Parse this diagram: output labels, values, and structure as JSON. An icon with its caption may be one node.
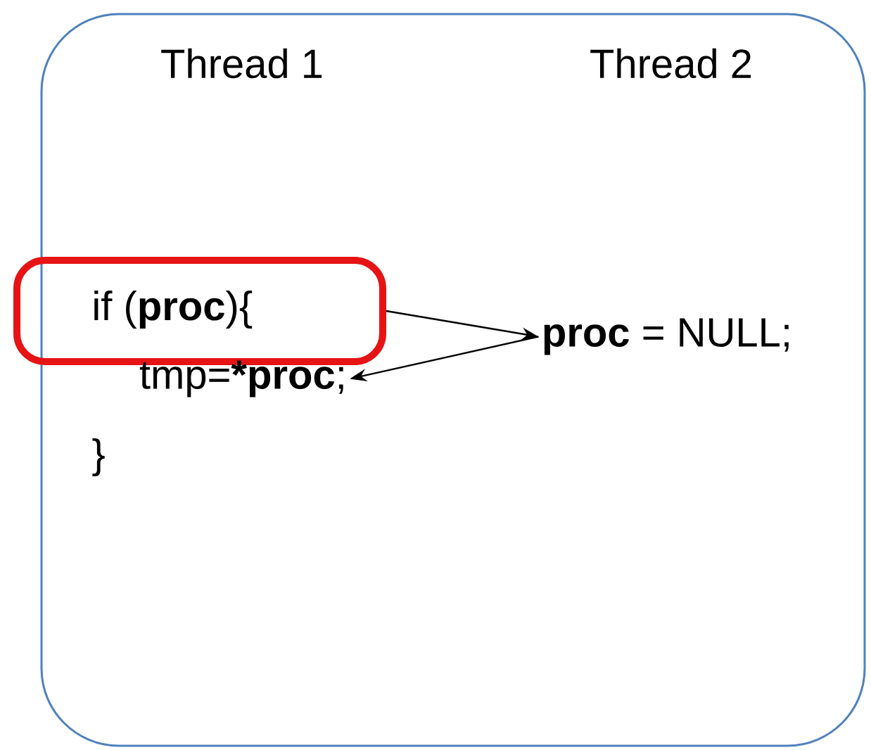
{
  "diagram": {
    "nodes": [
      {
        "text": [
          "Thread 1",
          "Thread 2"
        ]
      },
      {
        "text": [
          "if (**proc**){"
        ]
      },
      {
        "text": [
          "tmp=***proc**;"
        ],
        "in": 0
      },
      {
        "text": [
          "**proc** = NULL;"
        ],
        "in": 0
      }
    ],
    "edges": [
      {
        "from": 1,
        "to": 3,
        "arrow": "to"
      },
      {
        "from": 3,
        "to": 2,
        "arrow": "to"
      }
    ],
    "labels": [
      "}"
    ]
  }
}
